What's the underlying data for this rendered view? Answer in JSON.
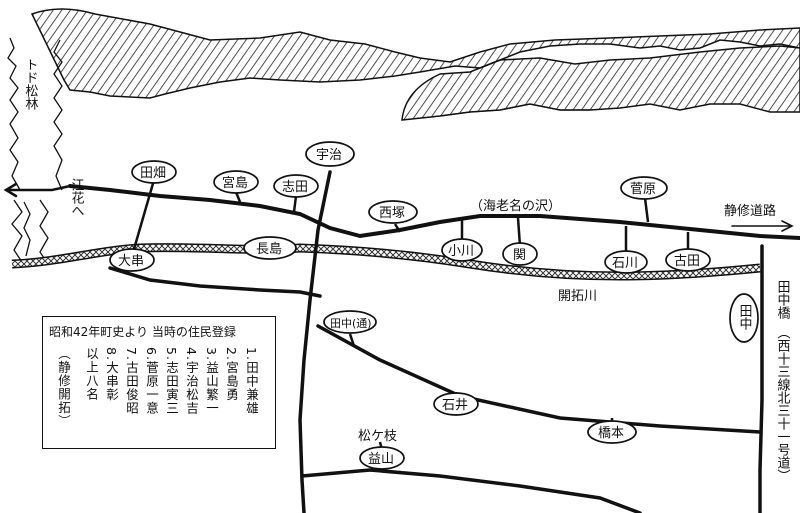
{
  "labels": {
    "todomatsu": "トド松林",
    "ebetsu": "江花へ",
    "tabata": "田畑",
    "miyajima": "宮島",
    "shida": "志田",
    "uji": "宇治",
    "nishizuka": "西塚",
    "ebina_sawa": "（海老名の沢）",
    "sugahara": "菅原",
    "seishu_road": "静修道路",
    "ogawa": "小川",
    "seki": "関",
    "ishikawa": "石川",
    "furuta": "古田",
    "ogushi": "大串",
    "nagashima": "長島",
    "kaitaku_river": "開拓川",
    "tanaka_small": "田中(通)",
    "tanaka": "田中",
    "tanaka_bridge": "田中橋",
    "line_name": "（西十三線北三十一号道）",
    "ishii": "石井",
    "hashimoto": "橋本",
    "matsugae": "松ケ枝",
    "masuyama": "益山"
  },
  "legend": {
    "title": "昭和42年町史より 当時の住民登録",
    "entries": [
      "1.田中兼雄",
      "2.宮島勇",
      "3.益山繁一",
      "4.宇治松吉",
      "5.志田寅三",
      "6.菅原一意",
      "7.古田俊昭",
      "8.大串彰",
      "以上八名",
      "（静修開拓）"
    ]
  }
}
